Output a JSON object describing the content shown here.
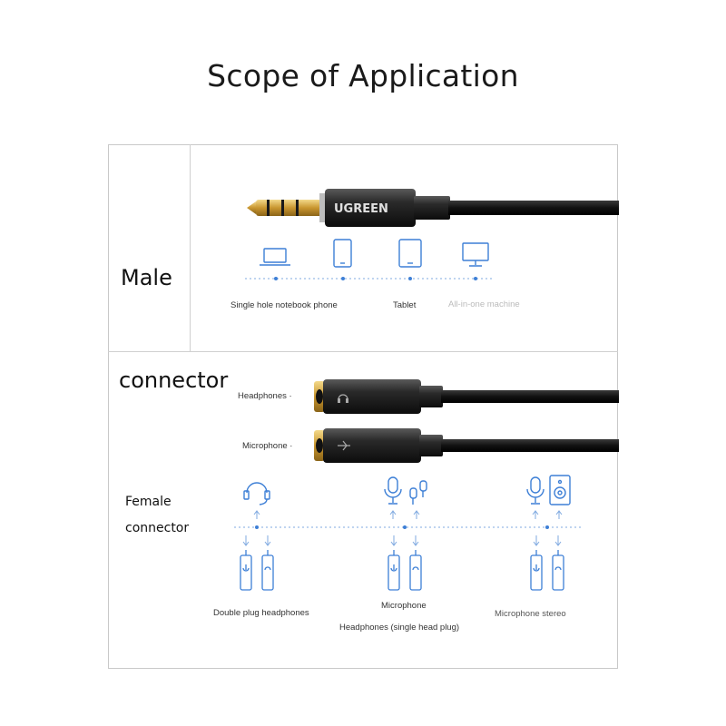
{
  "title": "Scope of Application",
  "side_labels": {
    "male": "Male",
    "connector": "connector",
    "female": "Female",
    "female_connector": "connector"
  },
  "plug_brand": "UGREEN",
  "male_devices": [
    {
      "icon": "laptop-icon",
      "label": "Single hole notebook phone"
    },
    {
      "icon": "phone-icon",
      "label": ""
    },
    {
      "icon": "tablet-icon",
      "label": "Tablet"
    },
    {
      "icon": "monitor-icon",
      "label": "All-in-one machine"
    }
  ],
  "female_ports": {
    "headphones": "Headphones ·",
    "microphone": "Microphone ·"
  },
  "scenarios": [
    {
      "label": "Double plug headphones",
      "top_icons": [
        "headset-icon"
      ]
    },
    {
      "label": "Microphone",
      "label2": "Headphones (single head plug)",
      "top_icons": [
        "microphone-icon",
        "earphones-icon"
      ]
    },
    {
      "label": "Microphone stereo",
      "top_icons": [
        "microphone-icon",
        "speaker-icon"
      ]
    }
  ],
  "colors": {
    "accent": "#3d7fd6",
    "gold": "#c9a24a",
    "cable": "#1c1c1c"
  }
}
